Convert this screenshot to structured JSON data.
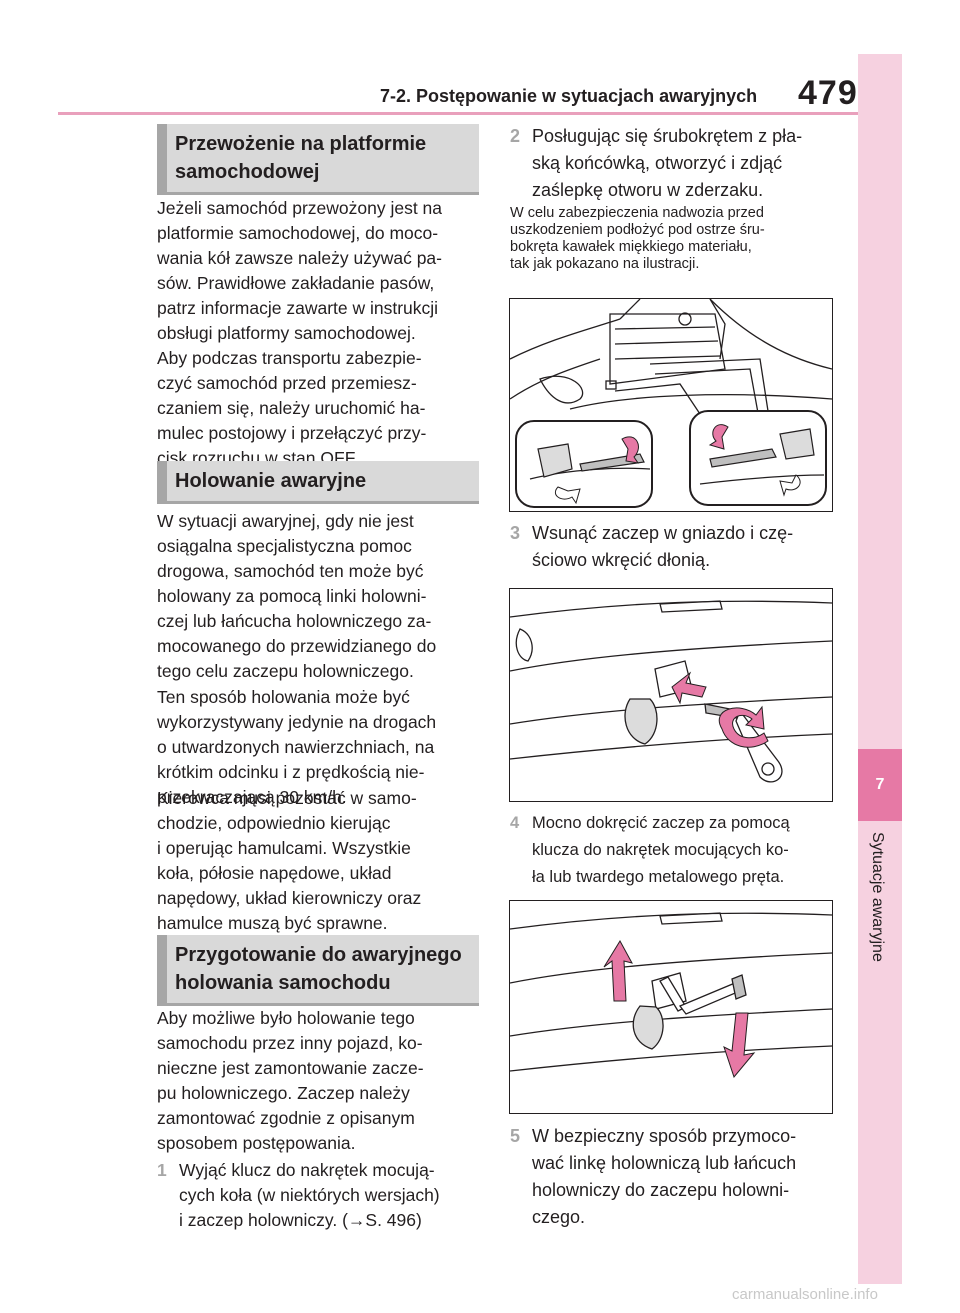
{
  "header": {
    "title": "7-2. Postępowanie w sytuacjach awaryjnych",
    "page_number": "479"
  },
  "side_tab": {
    "number": "7",
    "label": "Sytuacje awaryjne"
  },
  "sections": {
    "platform": {
      "title_line1": "Przewożenie na platformie",
      "title_line2": "samochodowej",
      "p1": [
        "Jeżeli samochód przewożony jest na",
        "platformie samochodowej, do moco-",
        "wania kół zawsze należy używać pa-",
        "sów. Prawidłowe zakładanie pasów,",
        "patrz informacje zawarte w instrukcji",
        "obsługi platformy samochodowej."
      ],
      "p2": [
        "Aby podczas transportu zabezpie-",
        "czyć samochód przed przemiesz-",
        "czaniem się, należy uruchomić ha-",
        "mulec postojowy i przełączyć przy-",
        "cisk rozruchu w stan OFF."
      ]
    },
    "towing": {
      "title": "Holowanie awaryjne",
      "p1": [
        "W sytuacji awaryjnej, gdy nie jest",
        "osiągalna specjalistyczna pomoc",
        "drogowa, samochód ten może być",
        "holowany za pomocą linki holowni-",
        "czej lub łańcucha holowniczego za-",
        "mocowanego do przewidzianego do",
        "tego celu zaczepu holowniczego."
      ],
      "p2": [
        "Ten sposób holowania może być",
        "wykorzystywany jedynie na drogach",
        "o utwardzonych nawierzchniach, na",
        "krótkim odcinku i z prędkością nie-",
        "przekraczającą 30 km/h."
      ],
      "p3": [
        "Kierowca musi pozostać w samo-",
        "chodzie, odpowiednio kierując",
        "i operując hamulcami. Wszystkie",
        "koła, półosie napędowe, układ",
        "napędowy, układ kierowniczy oraz",
        "hamulce muszą być sprawne."
      ]
    },
    "prep": {
      "title_line1": "Przygotowanie do awaryjnego",
      "title_line2": "holowania samochodu",
      "p1": [
        "Aby możliwe było holowanie tego",
        "samochodu przez inny pojazd, ko-",
        "nieczne jest zamontowanie zacze-",
        "pu holowniczego. Zaczep należy",
        "zamontować zgodnie z opisanym",
        "sposobem postępowania."
      ]
    }
  },
  "steps": [
    {
      "num": "1",
      "lines": [
        "Wyjąć klucz do nakrętek mocują-",
        "cych koła (w niektórych wersjach)",
        "i zaczep holowniczy. (→S. 496)"
      ]
    },
    {
      "num": "2",
      "lines": [
        "Posługując się śrubokrętem z pła-",
        "ską końcówką, otworzyć i zdjąć",
        "zaślepkę otworu w zderzaku."
      ]
    },
    {
      "num": "3",
      "lines": [
        "Wsunąć zaczep w gniazdo i czę-",
        "ściowo wkręcić dłonią."
      ]
    },
    {
      "num": "4",
      "lines": [
        "Mocno dokręcić zaczep za pomocą",
        "klucza do nakrętek mocujących ko-",
        "ła lub twardego metalowego pręta."
      ]
    },
    {
      "num": "5",
      "lines": [
        "W bezpieczny sposób przymoco-",
        "wać linkę holowniczą lub łańcuch",
        "holowniczy do zaczepu holowni-",
        "czego."
      ]
    }
  ],
  "note": [
    "W celu zabezpieczenia nadwozia przed",
    "uszkodzeniem podłożyć pod ostrze śru-",
    "bokręta kawałek miękkiego materiału,",
    "tak jak pokazano na ilustracji."
  ],
  "watermark": "carmanualsonline.info",
  "colors": {
    "accent_pink": "#e679a5",
    "strip_pink": "#f6d1e0",
    "header_line": "#e9a0bc",
    "step_number": "#a6a6a6",
    "section_bg": "#d9d9d9"
  }
}
